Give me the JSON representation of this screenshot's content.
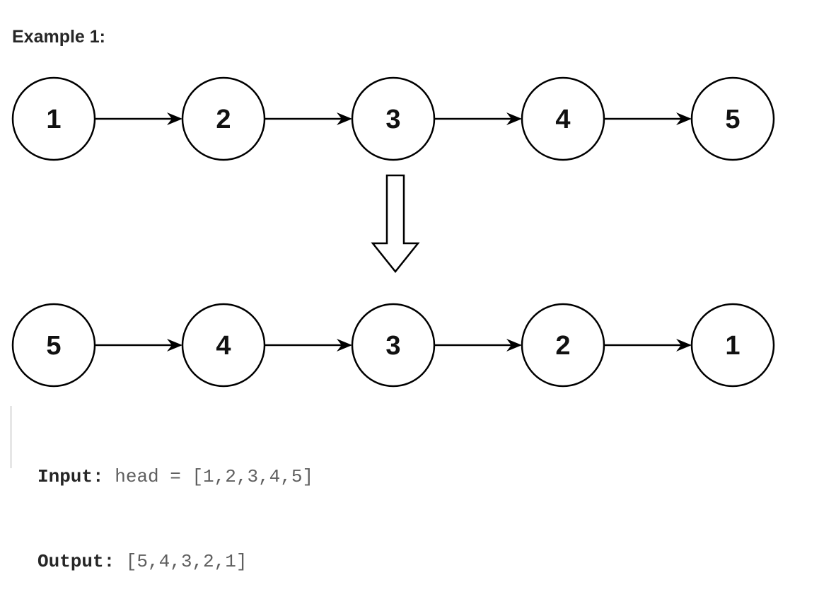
{
  "heading": "Example 1:",
  "diagram": {
    "top_list": [
      "1",
      "2",
      "3",
      "4",
      "5"
    ],
    "bottom_list": [
      "5",
      "4",
      "3",
      "2",
      "1"
    ],
    "transform_arrow": "down"
  },
  "example": {
    "input_label": "Input:",
    "input_value": "head = [1,2,3,4,5]",
    "output_label": "Output:",
    "output_value": "[5,4,3,2,1]"
  }
}
